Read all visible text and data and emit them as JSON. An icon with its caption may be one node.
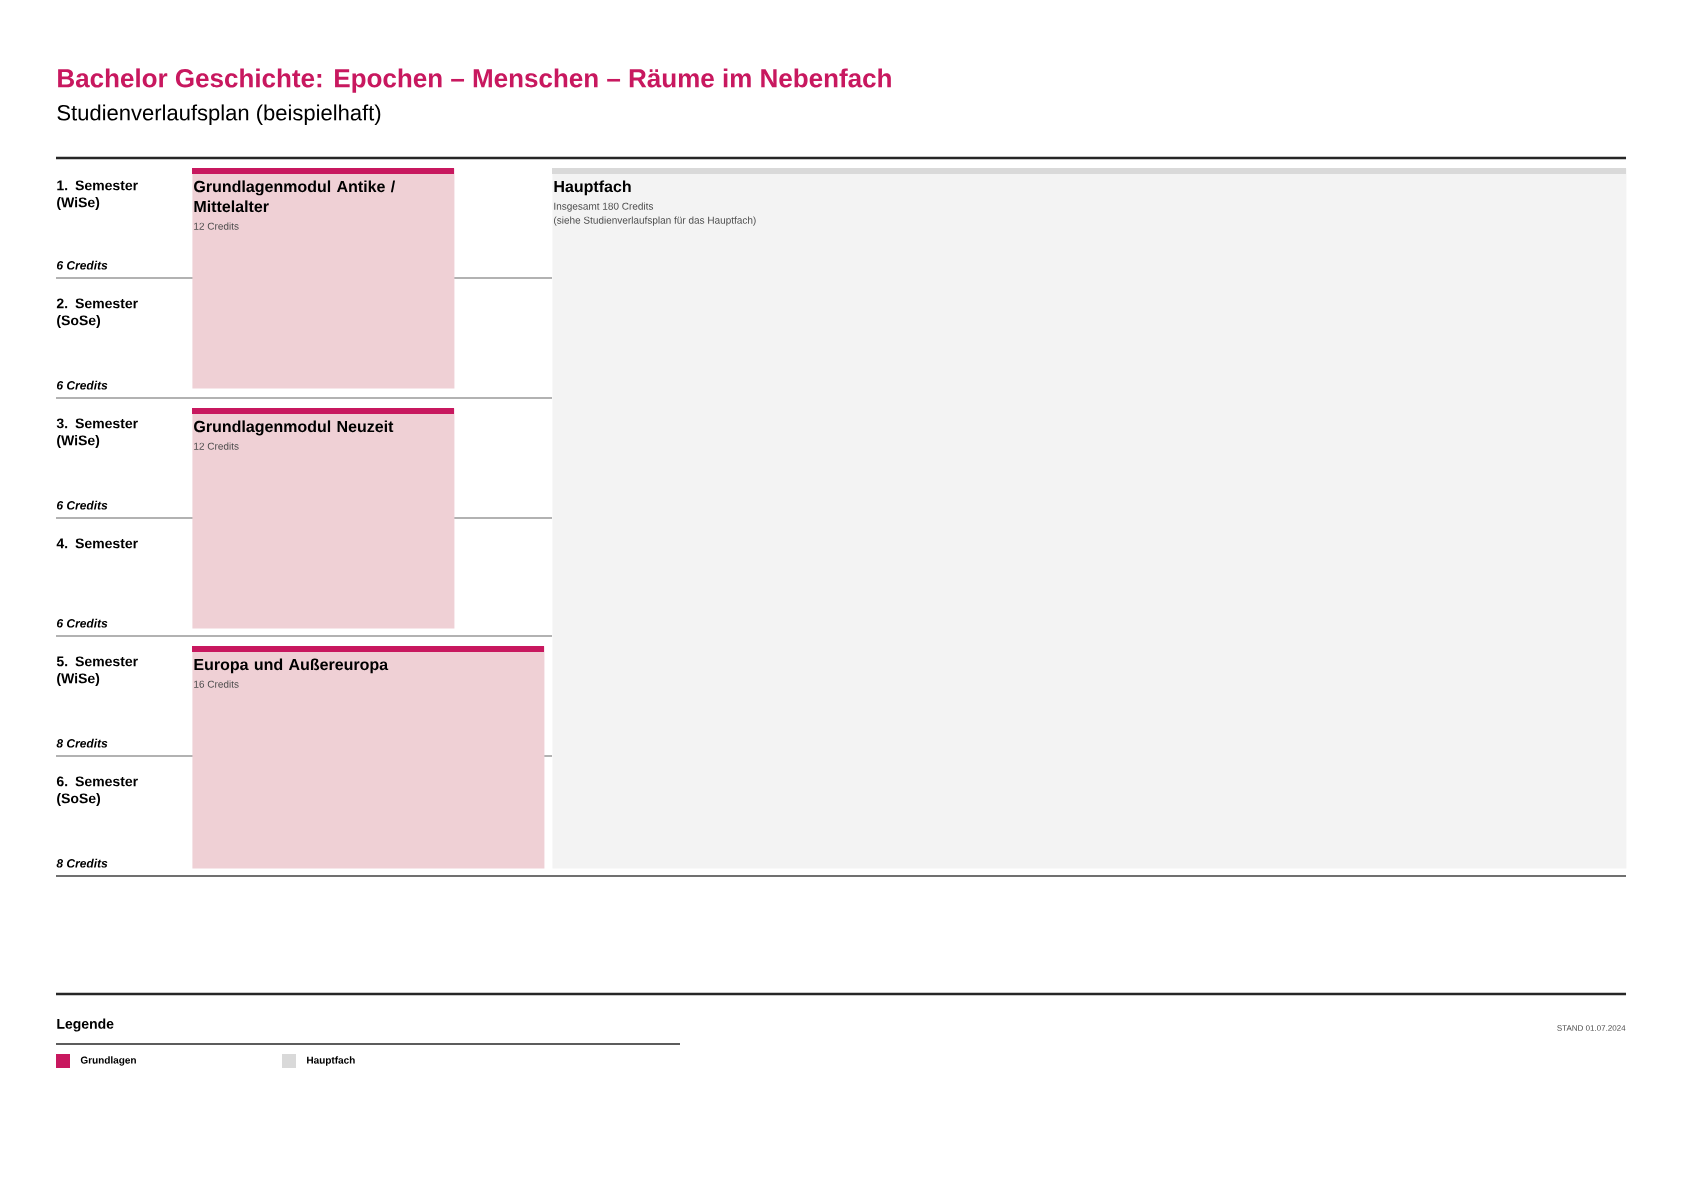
{
  "diagram": {
    "title": "Bachelor Geschichte: Epochen – Menschen – Räume im Nebenfach",
    "nodes": [
      {
        "text": [
          "Grundlagenmodul Antike / Mittelalter",
          "12 Credits"
        ]
      },
      {
        "text": [
          "Grundlagenmodul Neuzeit",
          "12 Credits"
        ]
      },
      {
        "text": [
          "Europa und Außereuropa",
          "16 Credits"
        ]
      },
      {
        "text": [
          "Hauptfach",
          "Insgesamt 180 Credits",
          "(siehe Studienverlaufsplan für das Hauptfach)"
        ]
      }
    ],
    "labels": [
      "Studienverlaufsplan (beispielhaft)",
      "1. Semester (WiSe)",
      "6 Credits",
      "2. Semester (SoSe)",
      "6 Credits",
      "3. Semester (WiSe)",
      "6 Credits",
      "4. Semester",
      "6 Credits",
      "5. Semester (WiSe)",
      "8 Credits",
      "6. Semester (SoSe)",
      "8 Credits",
      "Legende",
      "STAND 01.07.2024"
    ],
    "legend": [
      {
        "text": "Grundlagen",
        "color": "#c8185f"
      },
      {
        "text": "Hauptfach",
        "color": "#d9d9d9"
      }
    ]
  }
}
